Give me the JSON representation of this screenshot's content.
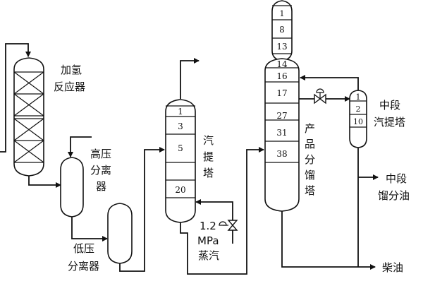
{
  "units": {
    "reactor": {
      "line1": "加氢",
      "line2": "反应器"
    },
    "hp_separator": {
      "lines": [
        "高压",
        "分离",
        "器"
      ]
    },
    "lp_separator": {
      "line1": "低压",
      "line2": "分离器"
    },
    "stripper": {
      "lines": [
        "汽",
        "提",
        "塔"
      ],
      "trays": [
        "1",
        "3",
        "5",
        "20"
      ]
    },
    "steam": {
      "line1": "1.2",
      "line2": "MPa",
      "line3": "蒸汽"
    },
    "fractionator": {
      "lines": [
        "产",
        "品",
        "分",
        "馏",
        "塔"
      ],
      "top_trays": [
        "1",
        "8",
        "13"
      ],
      "trays": [
        "14",
        "16",
        "17",
        "27",
        "31",
        "38"
      ]
    },
    "mid_stripper": {
      "line1": "中段",
      "line2": "汽提塔",
      "trays": [
        "1",
        "2",
        "10"
      ]
    },
    "mid_distillate": {
      "line1": "中段",
      "line2": "馏分油"
    },
    "diesel": {
      "label": "柴油"
    }
  }
}
